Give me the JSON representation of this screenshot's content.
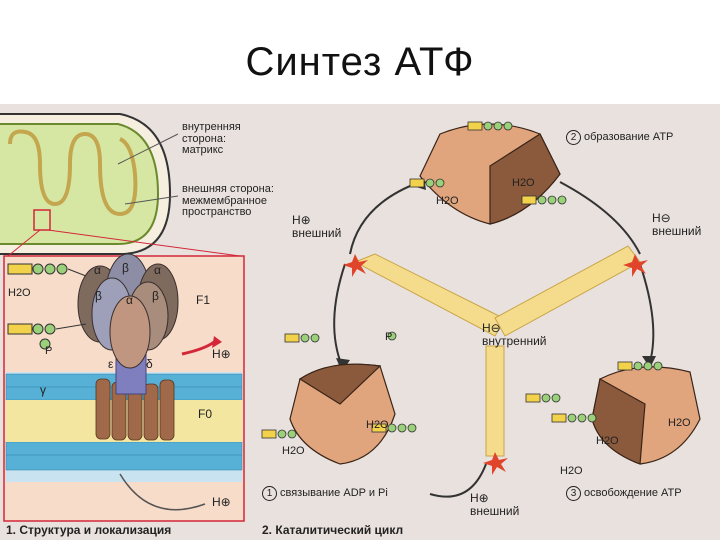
{
  "slide": {
    "title": "Синтез АТФ"
  },
  "left_panel": {
    "inner_side": [
      "внутренняя",
      "сторона:",
      "матрикс"
    ],
    "outer_side": [
      "внешняя сторона:",
      "межмембранное",
      "пространство"
    ],
    "subunits": {
      "alpha": "α",
      "beta": "β",
      "gamma": "γ",
      "delta": "δ",
      "epsilon": "ε",
      "f1": "F1",
      "f0": "F0"
    },
    "h2o": "H2O",
    "h_plus": "H⊕",
    "p": "P",
    "caption_num": "1.",
    "caption": "Структура и локализация"
  },
  "right_panel": {
    "step2_num": "2",
    "step2": "образование ATP",
    "step1_num": "1",
    "step1": "связывание ADP и Pi",
    "step3_num": "3",
    "step3": "освобождение ATP",
    "h_outer_left": [
      "H⊕",
      "внешний"
    ],
    "h_outer_right": [
      "H⊖",
      "внешний"
    ],
    "h_inner": [
      "H⊖",
      "внутренний"
    ],
    "h_outer_bottom": [
      "H⊕",
      "внешний"
    ],
    "h2o": "H2O",
    "p": "P",
    "caption_num": "2.",
    "caption": "Каталитический цикл"
  },
  "colors": {
    "accent_tan": "#d9a57a",
    "dark_brown": "#7a4a2e",
    "membrane_blue": "#5fb6d8",
    "arrow_yellow": "#f2d27a",
    "red_star": "#e0452b"
  }
}
